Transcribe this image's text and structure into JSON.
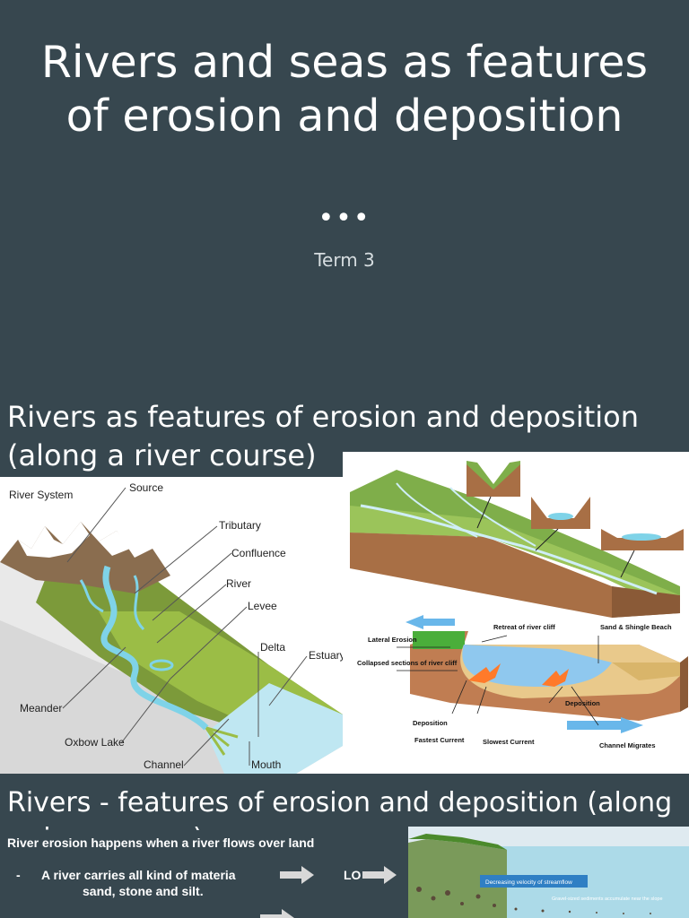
{
  "slide1": {
    "title": "Rivers and seas as features of erosion and deposition",
    "dots": "•••",
    "subtitle": "Term 3"
  },
  "slide2": {
    "title": "Rivers as features of erosion and deposition (along a river course)",
    "river_system": {
      "heading": "River System",
      "labels": {
        "source": "Source",
        "tributary": "Tributary",
        "confluence": "Confluence",
        "river": "River",
        "levee": "Levee",
        "delta": "Delta",
        "estuary": "Estuary",
        "meander": "Meander",
        "oxbow": "Oxbow Lake",
        "channel": "Channel",
        "mouth": "Mouth"
      }
    },
    "meander_cross_section": {
      "labels": {
        "retreat": "Retreat of river cliff",
        "sand": "Sand & Shingle Beach",
        "lateral": "Lateral Erosion",
        "collapsed": "Collapsed sections of river cliff",
        "deposition_right": "Deposition",
        "deposition_left": "Deposition",
        "fastest": "Fastest Current",
        "slowest": "Slowest Current",
        "migrates": "Channel Migrates"
      }
    }
  },
  "slide3": {
    "title": "Rivers - features of erosion and deposition (along a river course)",
    "lead": "River erosion happens when a river flows over land",
    "bullet1_dash": "-",
    "bullet1_line1": "A river carries all kind of materia",
    "bullet1_line2": "sand, stone and silt.",
    "bullet1_right": "LO",
    "diagram": {
      "banner": "Decreasing velocity of streamflow",
      "note": "Gravel-sized sediments accumulate near the slope"
    }
  },
  "colors": {
    "background": "#37474f",
    "text": "#ffffff",
    "water": "#7fd3e8",
    "grass": "#4a8b2c",
    "earth": "#b57a4e"
  }
}
